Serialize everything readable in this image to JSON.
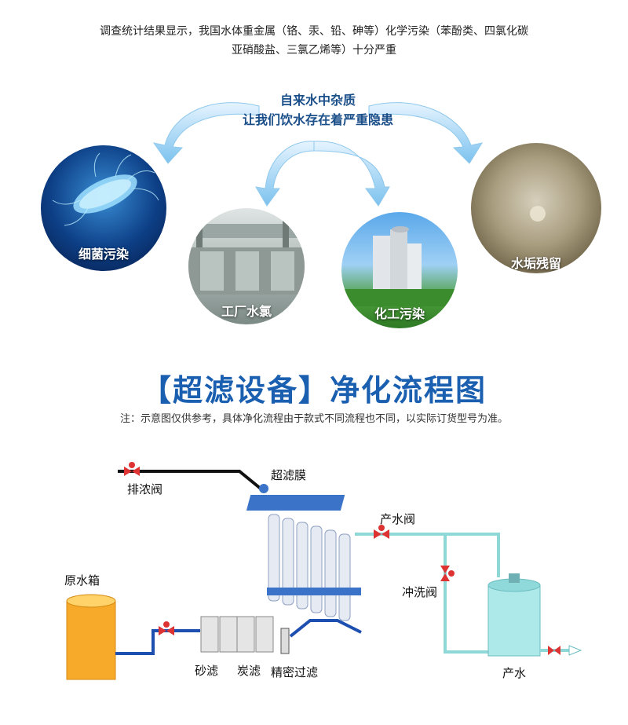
{
  "intro_line1": "调查统计结果显示，我国水体重金属（铬、汞、铅、砷等）化学污染（苯酚类、四氯化碳",
  "intro_line2": "亚硝酸盐、三氯乙烯等）十分严重",
  "arrow_text_line1": "自来水中杂质",
  "arrow_text_line2": "让我们饮水存在着严重隐患",
  "circles": [
    {
      "label": "细菌污染"
    },
    {
      "label": "工厂水氯"
    },
    {
      "label": "化工污染"
    },
    {
      "label": "水垢残留"
    }
  ],
  "title": "【超滤设备】净化流程图",
  "note": "注：示意图仅供参考，具体净化流程由于款式不同流程也不同，以实际订货型号为准。",
  "diagram_labels": {
    "drain_valve": "排浓阀",
    "uf_membrane": "超滤膜",
    "product_valve": "产水阀",
    "raw_tank": "原水箱",
    "flush_valve": "冲洗阀",
    "sand_filter": "砂滤",
    "carbon_filter": "炭滤",
    "precision_filter": "精密过滤",
    "product_water": "产水"
  }
}
